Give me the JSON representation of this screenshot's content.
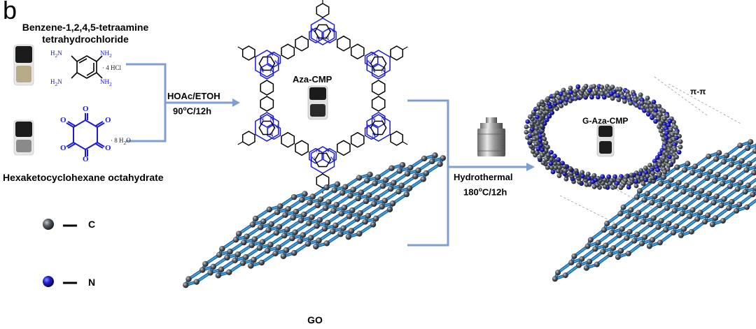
{
  "panel_label": "b",
  "precursor_top": {
    "name_line1": "Benzene-1,2,4,5-tetraamine",
    "name_line2": "tetrahydrochloride",
    "salt": "· 4 HCl",
    "amine": "NH",
    "amine_sub": "2",
    "amine_left": "H",
    "amine_left_sub": "2",
    "amine_left_tail": "N"
  },
  "precursor_bottom": {
    "name": "Hexaketocyclohexane octahydrate",
    "hydrate": "· 8 H",
    "hydrate_sub": "2",
    "hydrate_tail": "O",
    "oxygen": "O"
  },
  "step1": {
    "line1": "HOAc/ETOH",
    "line2_pre": "90",
    "line2_sup": "o",
    "line2_post": "C/12h"
  },
  "aza_cmp_label": "Aza-CMP",
  "go_label": "GO",
  "step2": {
    "line1": "Hydrothermal",
    "line2_pre": "180",
    "line2_sup": "o",
    "line2_post": "C/12h"
  },
  "g_aza_cmp_label": "G-Aza-CMP",
  "pi_pi_label": "π-π",
  "ring_atom": "N",
  "legend": {
    "c_label": "C",
    "n_label": "N"
  },
  "colors": {
    "nitrogen": "#1a1ad6",
    "carbon": "#555a63",
    "bond": "#3a9be0",
    "arrow": "#7f9fd0",
    "text": "#000000"
  }
}
